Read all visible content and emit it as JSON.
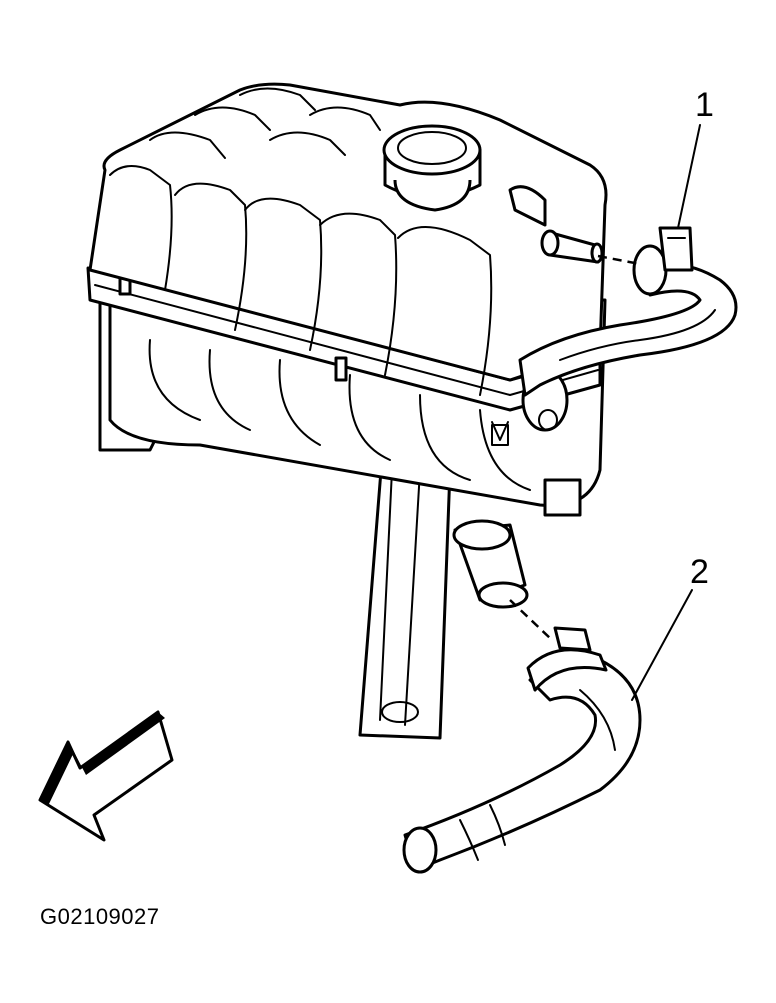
{
  "callouts": {
    "hose_upper": "1",
    "hose_lower": "2"
  },
  "figure_id": "G02109027"
}
